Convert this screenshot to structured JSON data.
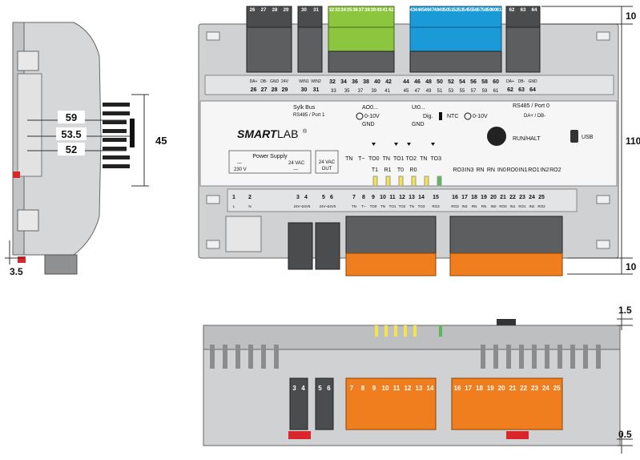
{
  "dimensions": {
    "d59": "59",
    "d53_5": "53.5",
    "d52": "52",
    "d45": "45",
    "d3_5": "3.5",
    "d10_top": "10",
    "d110": "110",
    "d10_bottom": "10",
    "d1_5": "1.5",
    "d0_5": "0.5"
  },
  "top_terminals": {
    "group1": [
      "26",
      "27",
      "28",
      "29"
    ],
    "group2": [
      "30",
      "31"
    ],
    "group3": [
      "32",
      "33",
      "34",
      "35",
      "36",
      "37",
      "38",
      "39",
      "40",
      "41",
      "42"
    ],
    "group4": [
      "43",
      "44",
      "45",
      "46",
      "47",
      "48",
      "49",
      "50",
      "51",
      "52",
      "53",
      "54",
      "55",
      "56",
      "57",
      "58",
      "59",
      "60",
      "61"
    ],
    "group5": [
      "62",
      "63",
      "64"
    ]
  },
  "top_label_row": {
    "g1_signals": [
      "DA+",
      "DB-",
      "GND",
      "24V"
    ],
    "g1_numbers": [
      "26",
      "27",
      "28",
      "29"
    ],
    "g2_signals": [
      "WIN1",
      "WIN2"
    ],
    "g2_numbers": [
      "30",
      "31"
    ],
    "g3_numbers": [
      "32",
      "34",
      "36",
      "38",
      "40",
      "42"
    ],
    "g3_numbers_low": [
      "33",
      "35",
      "37",
      "39",
      "41"
    ],
    "g4_numbers": [
      "44",
      "46",
      "48",
      "50",
      "52",
      "54",
      "56",
      "58",
      "60"
    ],
    "g4_numbers_low": [
      "45",
      "47",
      "49",
      "51",
      "53",
      "55",
      "57",
      "59",
      "61"
    ],
    "g5_signals": [
      "DA+",
      "DB-",
      "GND"
    ],
    "g5_numbers": [
      "62",
      "63",
      "64"
    ]
  },
  "panel": {
    "sylk_bus": "Sylk Bus",
    "rs485_port1": "RS485 / Port 1",
    "ao": "AO0...",
    "v010_a": "0-10V",
    "gnd_a": "GND",
    "ui": "UI0...",
    "dig": "Dig.",
    "ntc": "NTC",
    "v010_b": "0-10V",
    "gnd_b": "GND",
    "rs485_port0": "RS485 / Port 0",
    "da_db": "DA+ / DB-",
    "logo_left": "SMART",
    "logo_right": "LAB",
    "reg": "®",
    "run_halt": "RUN/HALT",
    "usb": "USB",
    "power_supply": "Power Supply",
    "ps_dash1": "---",
    "ps_230": "230 V",
    "ps_24vac": "24 VAC",
    "ps_dash2": "---",
    "out_24vac": "24 VAC",
    "out": "OUT",
    "tn_top": [
      "TN",
      "T~",
      "TO0",
      "TN",
      "TO1",
      "TO2",
      "TN",
      "TO3"
    ],
    "t_bottom": [
      "T1",
      "R1",
      "T0",
      "R0"
    ],
    "ro_labels": [
      "RO3",
      "IN3",
      "RN",
      "RN",
      "IN0",
      "RO0",
      "IN1",
      "RO1",
      "IN2",
      "RO2"
    ]
  },
  "bottom_label_row": {
    "numbers": [
      "1",
      "2",
      "3",
      "4",
      "5",
      "6",
      "7",
      "8",
      "9",
      "10",
      "11",
      "12",
      "13",
      "14",
      "15",
      "16",
      "17",
      "18",
      "19",
      "20",
      "21",
      "22",
      "23",
      "24",
      "25"
    ],
    "subs": [
      "L",
      "N",
      "24V~",
      "24V0",
      "24V~",
      "24V0",
      "TN",
      "T~",
      "TO0",
      "TN",
      "TO1",
      "TO2",
      "TN",
      "TO3",
      "RO3",
      "RO3",
      "IN3",
      "RN",
      "RN",
      "IN0",
      "RO0",
      "IN1",
      "RO1",
      "IN2",
      "RO2"
    ]
  },
  "side_view": {
    "terminals_a": [
      "3",
      "4"
    ],
    "terminals_b": [
      "5",
      "6"
    ],
    "terminals_orange_a": [
      "7",
      "8",
      "9",
      "10",
      "11",
      "12",
      "13",
      "14"
    ],
    "terminals_orange_b": [
      "16",
      "17",
      "18",
      "19",
      "20",
      "21",
      "22",
      "23",
      "24",
      "25"
    ]
  },
  "colors": {
    "body_gray": "#cfd1d3",
    "light_gray": "#e3e4e5",
    "dark_gray": "#4a4c4e",
    "green": "#8cc63f",
    "blue": "#1a9ad6",
    "orange": "#f07e1e",
    "yellow_led": "#f2e44a",
    "green_led": "#5cb85c",
    "red_clip": "#d9262a"
  }
}
